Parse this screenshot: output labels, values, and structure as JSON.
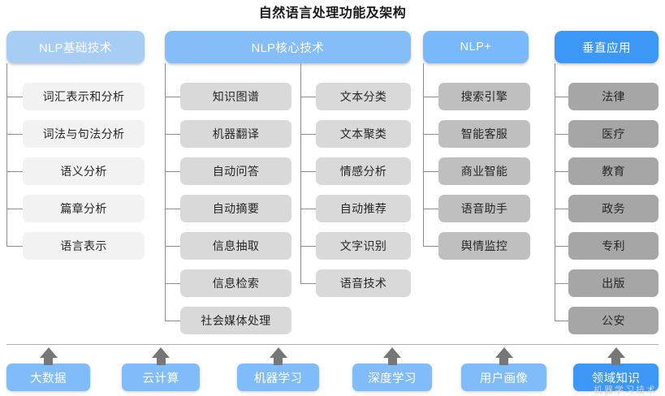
{
  "title": "自然语言处理功能及架构",
  "colors": {
    "header_basic": "#a8cdf5",
    "header_core": "#84bdf7",
    "header_plus": "#79b8fb",
    "header_vertical": "#3d97f7",
    "item_basic": "#f2f2f2",
    "item_core": "#d9d9d9",
    "item_plus": "#bfbfbf",
    "item_vertical": "#a6a6a6",
    "foundation": "#7fbcf9",
    "foundation_last": "#3d97f7",
    "connector": "#8c8c8c",
    "arrow": "#777777",
    "title_text": "#1a1a1a"
  },
  "columns": [
    {
      "id": "nlp-basic",
      "header": "NLP基础技术",
      "items": [
        "词汇表示和分析",
        "词法与句法分析",
        "语义分析",
        "篇章分析",
        "语言表示"
      ]
    },
    {
      "id": "nlp-core",
      "header": "NLP核心技术",
      "items_left": [
        "知识图谱",
        "机器翻译",
        "自动问答",
        "自动摘要",
        "信息抽取",
        "信息检索",
        "社会媒体处理"
      ],
      "items_right": [
        "文本分类",
        "文本聚类",
        "情感分析",
        "自动推荐",
        "文字识别",
        "语音技术"
      ]
    },
    {
      "id": "nlp-plus",
      "header": "NLP+",
      "items": [
        "搜索引擎",
        "智能客服",
        "商业智能",
        "语音助手",
        "舆情监控"
      ]
    },
    {
      "id": "vertical-app",
      "header": "垂直应用",
      "items": [
        "法律",
        "医疗",
        "教育",
        "政务",
        "专利",
        "出版",
        "公安"
      ]
    }
  ],
  "foundation": {
    "items": [
      "大数据",
      "云计算",
      "机器学习",
      "深度学习",
      "用户画像",
      "领域知识"
    ]
  },
  "watermark": "机器学习技术"
}
